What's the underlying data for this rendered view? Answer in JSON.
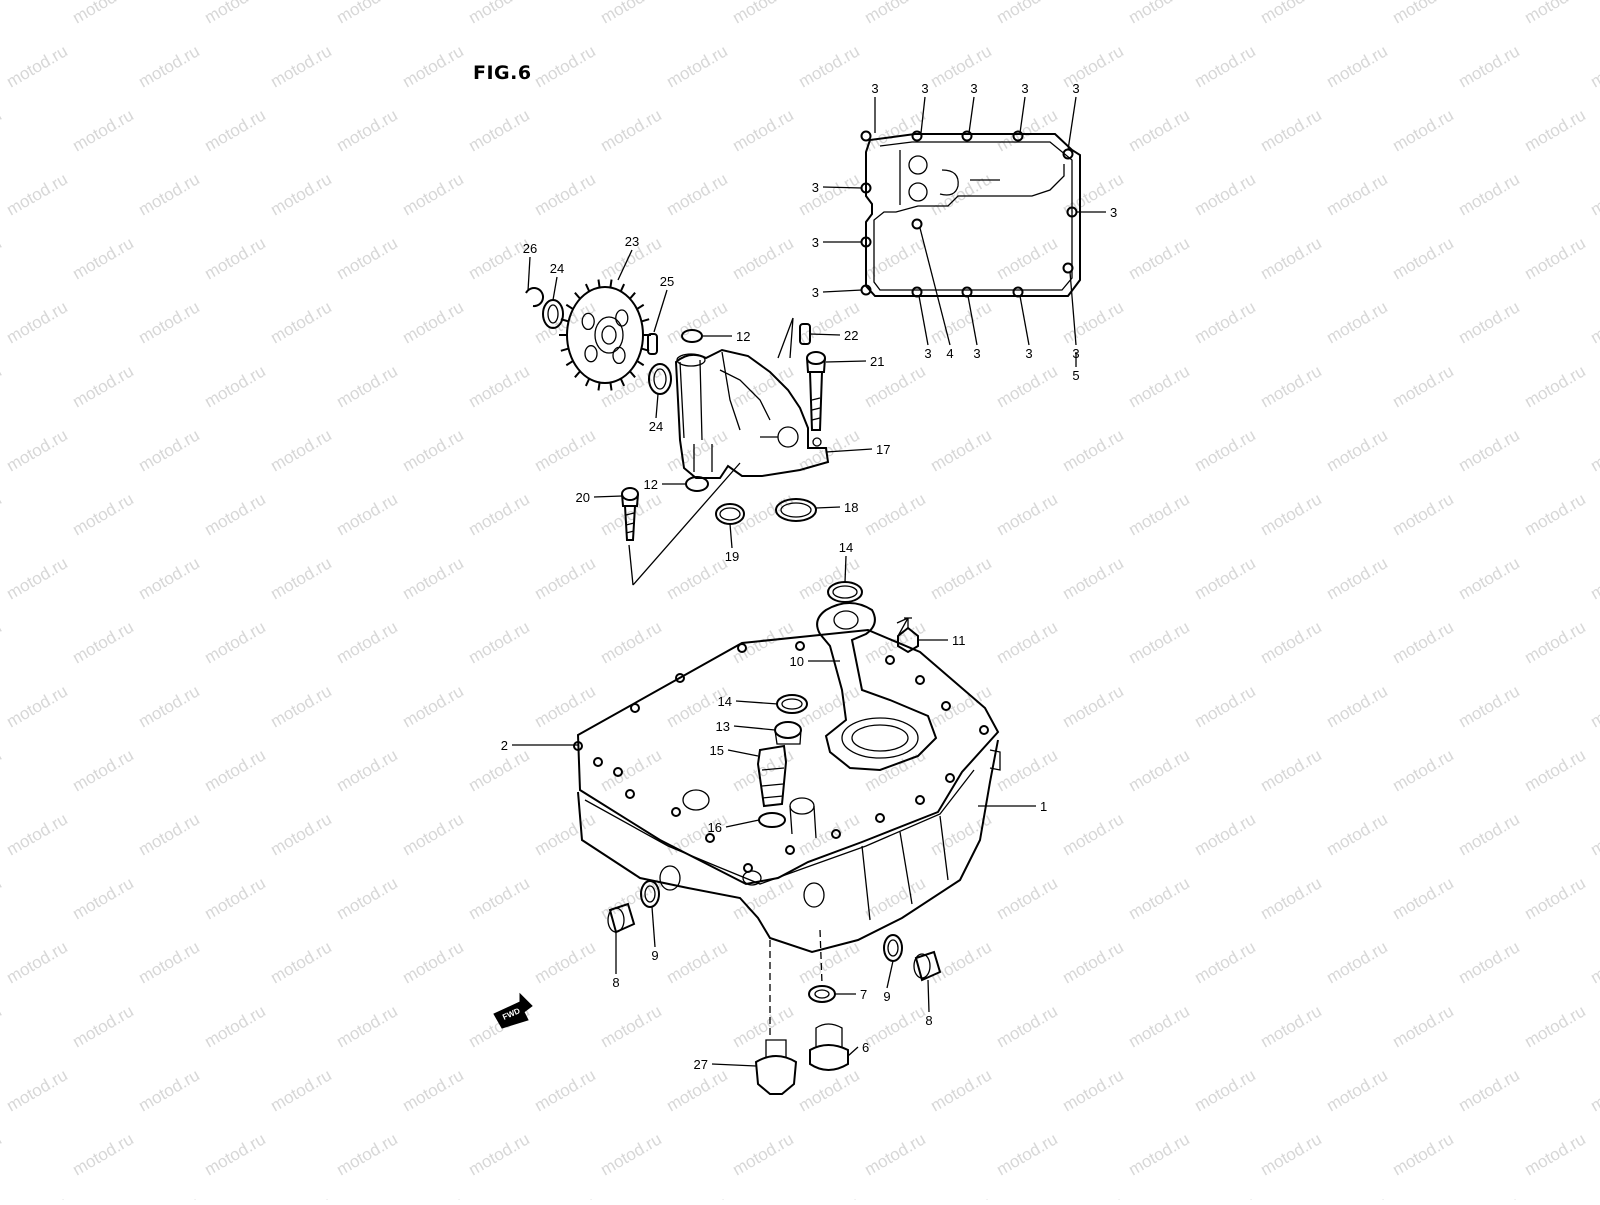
{
  "figure": {
    "title": "FIG.6",
    "watermark": "motod.ru",
    "fwd_label": "FWD",
    "parts": [
      {
        "id": "p3a",
        "label": "3"
      },
      {
        "id": "p3b",
        "label": "3"
      },
      {
        "id": "p3c",
        "label": "3"
      },
      {
        "id": "p3d",
        "label": "3"
      },
      {
        "id": "p3e",
        "label": "3"
      },
      {
        "id": "p3f",
        "label": "3"
      },
      {
        "id": "p3g",
        "label": "3"
      },
      {
        "id": "p3h",
        "label": "3"
      },
      {
        "id": "p3i",
        "label": "3"
      },
      {
        "id": "p3j",
        "label": "3"
      },
      {
        "id": "p3k",
        "label": "3"
      },
      {
        "id": "p3l",
        "label": "3"
      },
      {
        "id": "p3m",
        "label": "3"
      },
      {
        "id": "p4",
        "label": "4"
      },
      {
        "id": "p5",
        "label": "5"
      },
      {
        "id": "p26",
        "label": "26"
      },
      {
        "id": "p24a",
        "label": "24"
      },
      {
        "id": "p23",
        "label": "23"
      },
      {
        "id": "p25",
        "label": "25"
      },
      {
        "id": "p12a",
        "label": "12"
      },
      {
        "id": "p22",
        "label": "22"
      },
      {
        "id": "p21",
        "label": "21"
      },
      {
        "id": "p24b",
        "label": "24"
      },
      {
        "id": "p17",
        "label": "17"
      },
      {
        "id": "p12b",
        "label": "12"
      },
      {
        "id": "p20",
        "label": "20"
      },
      {
        "id": "p18",
        "label": "18"
      },
      {
        "id": "p19",
        "label": "19"
      },
      {
        "id": "p14a",
        "label": "14"
      },
      {
        "id": "p11",
        "label": "11"
      },
      {
        "id": "p10",
        "label": "10"
      },
      {
        "id": "p14b",
        "label": "14"
      },
      {
        "id": "p13",
        "label": "13"
      },
      {
        "id": "p15",
        "label": "15"
      },
      {
        "id": "p2",
        "label": "2"
      },
      {
        "id": "p1",
        "label": "1"
      },
      {
        "id": "p16",
        "label": "16"
      },
      {
        "id": "p9a",
        "label": "9"
      },
      {
        "id": "p8a",
        "label": "8"
      },
      {
        "id": "p9b",
        "label": "9"
      },
      {
        "id": "p7",
        "label": "7"
      },
      {
        "id": "p8b",
        "label": "8"
      },
      {
        "id": "p6",
        "label": "6"
      },
      {
        "id": "p27",
        "label": "27"
      }
    ]
  }
}
